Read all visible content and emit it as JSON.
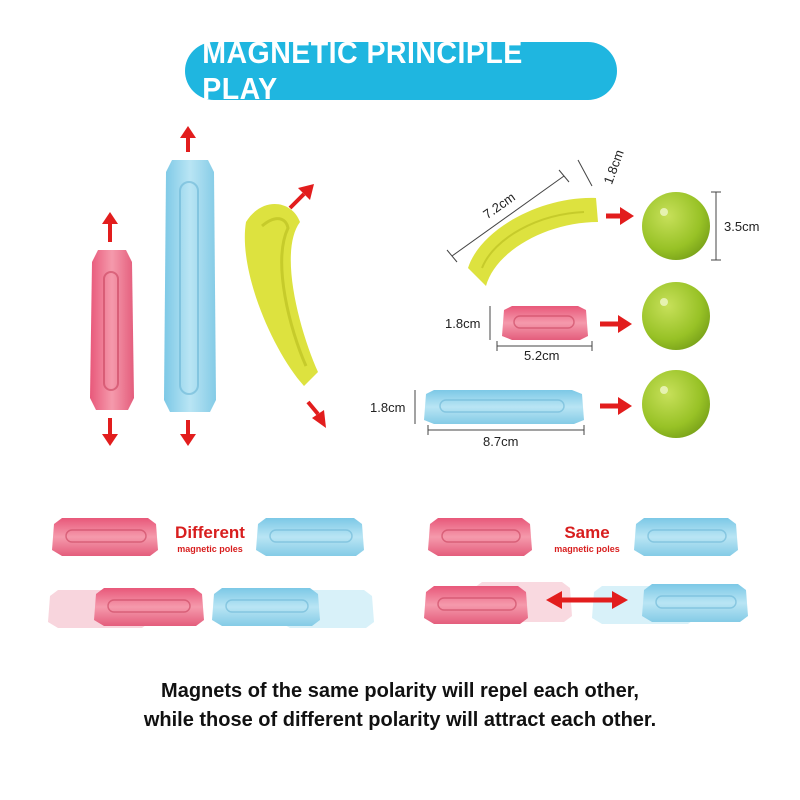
{
  "title": "MAGNETIC PRINCIPLE PLAY",
  "dimensions": {
    "arch_length": "7.2cm",
    "arch_width": "1.8cm",
    "ball_diameter": "3.5cm",
    "short_height": "1.8cm",
    "short_length": "5.2cm",
    "long_height": "1.8cm",
    "long_length": "8.7cm"
  },
  "different": {
    "title": "Different",
    "sub": "magnetic poles"
  },
  "same": {
    "title": "Same",
    "sub": "magnetic poles"
  },
  "caption": {
    "line1": "Magnets of the same polarity will repel each other,",
    "line2": "while those of different polarity will attract each other."
  },
  "colors": {
    "banner": "#1fb6e0",
    "pink": "#ec6d86",
    "blue": "#8fd2ea",
    "yellow": "#dce23a",
    "green": "#9bc42a",
    "arrow": "#e21d1d"
  }
}
